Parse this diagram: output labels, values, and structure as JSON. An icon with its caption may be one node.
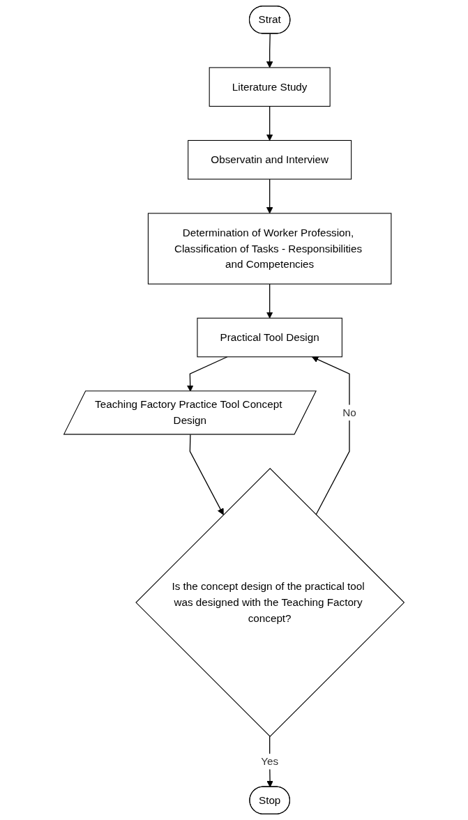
{
  "diagram": {
    "nodes": [
      {
        "text": [
          "Strat"
        ]
      },
      {
        "text": [
          "Literature Study"
        ]
      },
      {
        "text": [
          "Observatin and Interview"
        ]
      },
      {
        "text": [
          "Determination of Worker Profession, Classification of Tasks - Responsibilities and Competencies"
        ]
      },
      {
        "text": [
          "Practical Tool Design"
        ]
      },
      {
        "text": [
          "Teaching Factory Practice Tool Concept Design"
        ]
      },
      {
        "text": [
          "Is the concept design of the practical tool was designed with the Teaching Factory concept?"
        ]
      },
      {
        "text": [
          "Stop"
        ]
      }
    ],
    "edges": [
      {
        "from": 0,
        "to": 1,
        "arrow": "to"
      },
      {
        "from": 1,
        "to": 2,
        "arrow": "to"
      },
      {
        "from": 2,
        "to": 3,
        "arrow": "to"
      },
      {
        "from": 3,
        "to": 4,
        "arrow": "to"
      },
      {
        "from": 4,
        "to": 5,
        "arrow": "to"
      },
      {
        "from": 5,
        "to": 6,
        "arrow": "to"
      },
      {
        "from": 6,
        "to": 4,
        "label": "No",
        "arrow": "to"
      },
      {
        "from": 6,
        "to": 7,
        "label": "Yes",
        "arrow": "to"
      }
    ]
  }
}
